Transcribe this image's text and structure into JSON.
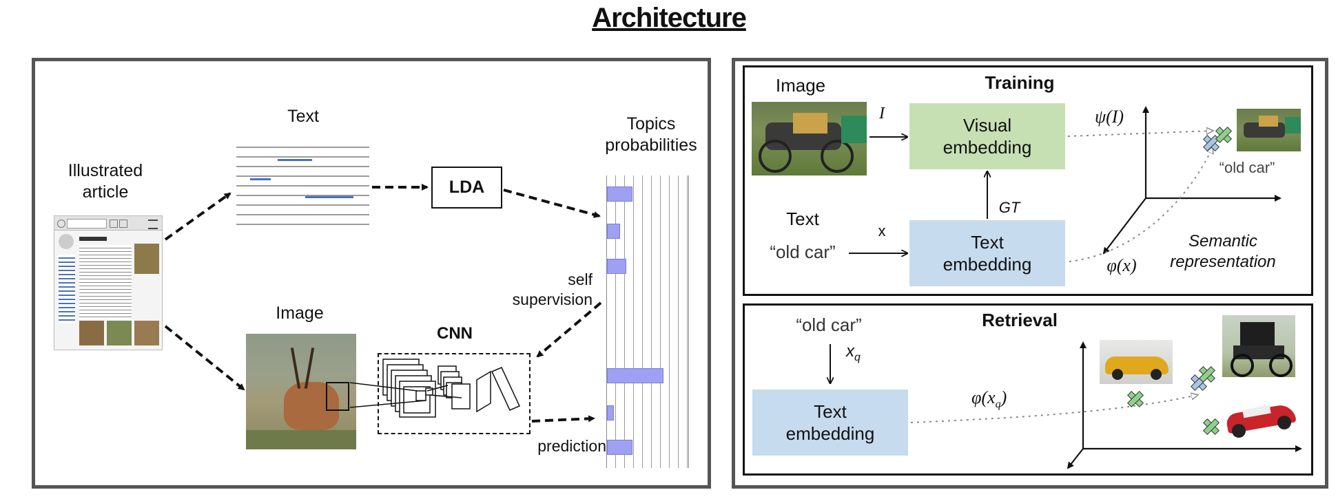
{
  "page": {
    "title": "Architecture"
  },
  "left_panel": {
    "illustrated_article": "Illustrated article",
    "text": "Text",
    "lda": "LDA",
    "topics_probabilities": "Topics probabilities",
    "image": "Image",
    "cnn": "CNN",
    "self_supervision": "self supervision",
    "prediction": "prediction",
    "topics_bars_top": [
      0.3,
      0.14,
      0.22
    ],
    "topics_bars_bottom": [
      0.68,
      0.07,
      0.3
    ]
  },
  "training": {
    "title": "Training",
    "image_label": "Image",
    "i_symbol": "I",
    "visual_embedding": "Visual embedding",
    "psi": "ψ(I)",
    "text_label": "Text",
    "old_car": "“old car”",
    "x_symbol": "x",
    "gt": "GT",
    "text_embedding": "Text embedding",
    "phi": "φ(x)",
    "old_car_point": "“old car”",
    "semantic_representation": "Semantic representation"
  },
  "retrieval": {
    "title": "Retrieval",
    "old_car": "“old car”",
    "xq_base": "x",
    "xq_sub": "q",
    "text_embedding": "Text embedding",
    "phi_xq": "φ(x",
    "phi_xq_sub": "q",
    "phi_xq_close": ")"
  },
  "colors": {
    "green_box": "#c6e0b4",
    "blue_box": "#c6dbee",
    "topic_bar": "#9da0f3",
    "green_mark": "#8fd08a",
    "blue_mark": "#a8c6e4"
  }
}
